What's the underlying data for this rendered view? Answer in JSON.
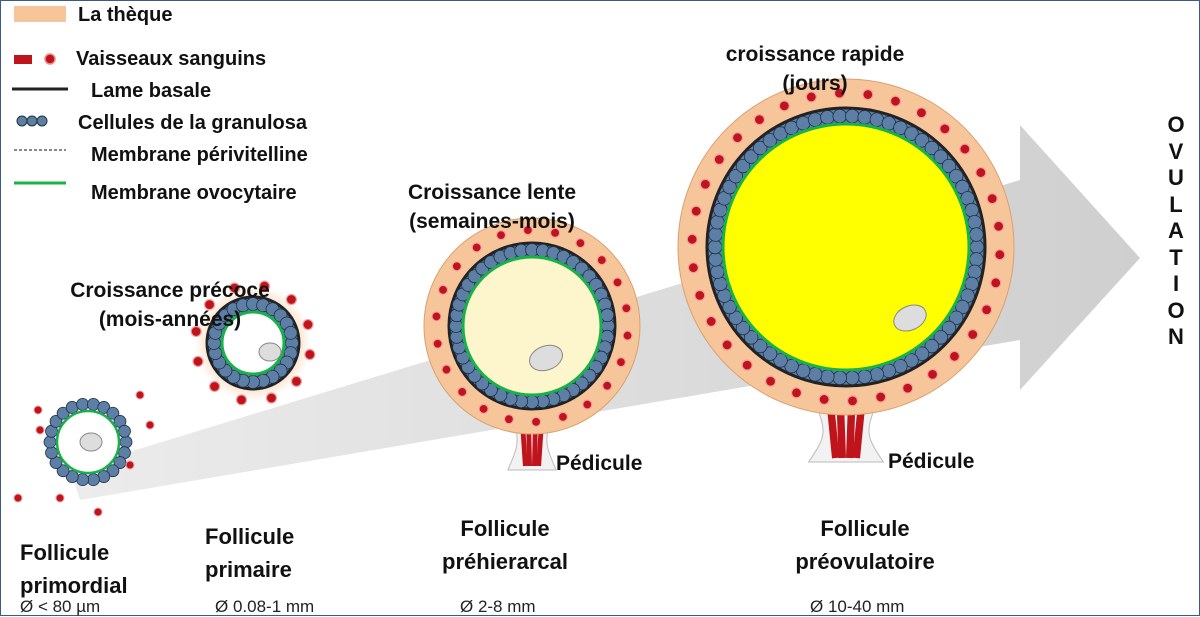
{
  "legend": [
    {
      "label": "La thèque",
      "color": "#f6c69a"
    },
    {
      "label": "Vaisseaux sanguins",
      "color": "#c0141c"
    },
    {
      "label": "Lame basale",
      "color": "#222222"
    },
    {
      "label": "Cellules de la granulosa",
      "color": "#5d7fa6"
    },
    {
      "label": "Membrane périvitelline",
      "color": "#888888"
    },
    {
      "label": "Membrane ovocytaire",
      "color": "#19b14a"
    }
  ],
  "stages": {
    "precoce": [
      "Croissance précoce",
      "(mois-années)"
    ],
    "lente": [
      "Croissance lente",
      "(semaines-mois)"
    ],
    "rapide": [
      "croissance rapide",
      "(jours)"
    ]
  },
  "follicles": [
    {
      "name": [
        "Follicule",
        "primordial"
      ],
      "size": "Ø < 80 µm"
    },
    {
      "name": [
        "Follicule",
        "primaire"
      ],
      "size": "Ø 0.08-1 mm"
    },
    {
      "name": [
        "Follicule",
        "préhierarcal"
      ],
      "size": "Ø 2-8 mm"
    },
    {
      "name": [
        "Follicule",
        "préovulatoire"
      ],
      "size": "Ø 10-40 mm"
    }
  ],
  "pedicule": "Pédicule",
  "ovulation": [
    "O",
    "V",
    "U",
    "L",
    "A",
    "T",
    "I",
    "O",
    "N"
  ],
  "colors": {
    "theca": "#f6c69a",
    "vessel": "#c0141c",
    "granulosa": "#5d7fa6",
    "basal": "#222222",
    "oocyte_membrane": "#19b14a",
    "yolk_small": "#ffffff",
    "yolk_medium": "#fdf6cc",
    "yolk_large": "#ffff00",
    "arrow": "#d9d9d9"
  }
}
